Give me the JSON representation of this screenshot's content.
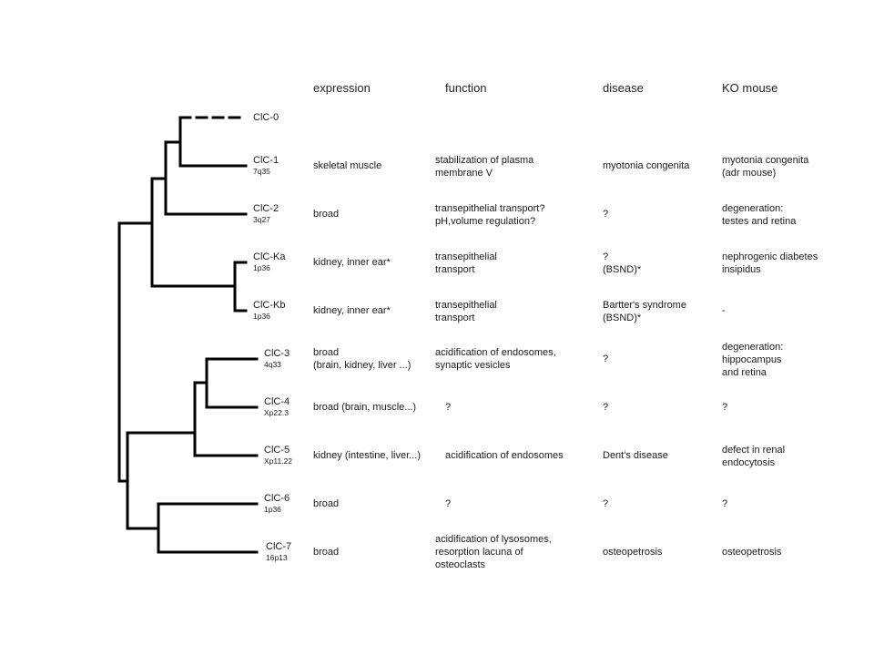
{
  "headers": {
    "expression": "expression",
    "function": "function",
    "disease": "disease",
    "ko_mouse": "KO mouse"
  },
  "rows": [
    {
      "name": "ClC-0",
      "locus": "",
      "expression": [],
      "function": [],
      "disease": [],
      "ko": []
    },
    {
      "name": "ClC-1",
      "locus": "7q35",
      "expression": [
        "skeletal muscle"
      ],
      "function": [
        "stabilization of plasma",
        "membrane V"
      ],
      "disease": [
        "myotonia congenita"
      ],
      "ko": [
        "myotonia congenita",
        "(adr mouse)"
      ]
    },
    {
      "name": "ClC-2",
      "locus": "3q27",
      "expression": [
        "broad"
      ],
      "function": [
        "transepithelial transport?",
        "pH,volume regulation?"
      ],
      "disease": [
        "?"
      ],
      "ko": [
        "degeneration:",
        "testes and retina"
      ]
    },
    {
      "name": "ClC-Ka",
      "locus": "1p36",
      "expression": [
        "kidney, inner ear*"
      ],
      "function": [
        "transepithelial",
        "transport"
      ],
      "disease": [
        "?",
        "(BSND)*"
      ],
      "ko": [
        "nephrogenic diabetes",
        "insipidus"
      ]
    },
    {
      "name": "ClC-Kb",
      "locus": "1p36",
      "expression": [
        "kidney, inner ear*"
      ],
      "function": [
        "transepithelial",
        "transport"
      ],
      "disease": [
        "Bartter's syndrome",
        "(BSND)*"
      ],
      "ko": [
        "-"
      ]
    },
    {
      "name": "ClC-3",
      "locus": "4q33",
      "expression": [
        "broad",
        "(brain, kidney, liver ...)"
      ],
      "function": [
        "acidification of endosomes,",
        "synaptic vesicles"
      ],
      "disease": [
        "?"
      ],
      "ko": [
        "degeneration:",
        "hippocampus",
        "and retina"
      ]
    },
    {
      "name": "ClC-4",
      "locus": "Xp22.3",
      "expression": [
        "broad (brain, muscle...)"
      ],
      "function": [
        "?"
      ],
      "disease": [
        "?"
      ],
      "ko": [
        "?"
      ]
    },
    {
      "name": "ClC-5",
      "locus": "Xp11.22",
      "expression": [
        "kidney (intestine, liver...)"
      ],
      "function": [
        "acidification of endosomes"
      ],
      "disease": [
        "Dent's disease"
      ],
      "ko": [
        "defect in renal",
        "endocytosis"
      ]
    },
    {
      "name": "ClC-6",
      "locus": "1p36",
      "expression": [
        "broad"
      ],
      "function": [
        "?"
      ],
      "disease": [
        "?"
      ],
      "ko": [
        "?"
      ]
    },
    {
      "name": "ClC-7",
      "locus": "16p13",
      "expression": [
        "broad"
      ],
      "function": [
        "acidification of lysosomes,",
        "resorption lacuna of",
        "osteoclasts"
      ],
      "disease": [
        "osteopetrosis"
      ],
      "ko": [
        "osteopetrosis"
      ]
    }
  ]
}
